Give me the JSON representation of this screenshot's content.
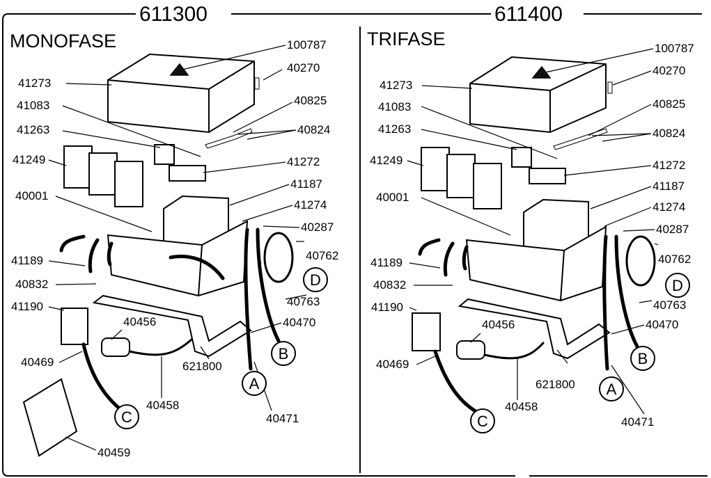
{
  "headers": {
    "left_model": "611300",
    "right_model": "611400"
  },
  "titles": {
    "left": "MONOFASE",
    "right": "TRIFASE"
  },
  "callouts": [
    "A",
    "B",
    "C",
    "D"
  ],
  "labels_left": [
    "100787",
    "40270",
    "41273",
    "40825",
    "41083",
    "40824",
    "41263",
    "41272",
    "41249",
    "41187",
    "40001",
    "41274",
    "40287",
    "40762",
    "41189",
    "40832",
    "40763",
    "41190",
    "40470",
    "40456",
    "40469",
    "621800",
    "40458",
    "40471",
    "40459"
  ],
  "labels_right": [
    "100787",
    "40270",
    "41273",
    "40825",
    "41083",
    "40824",
    "41263",
    "41272",
    "41249",
    "41187",
    "40001",
    "41274",
    "40287",
    "40762",
    "41189",
    "40832",
    "40763",
    "41190",
    "40470",
    "40456",
    "40469",
    "621800",
    "40458",
    "40471"
  ]
}
